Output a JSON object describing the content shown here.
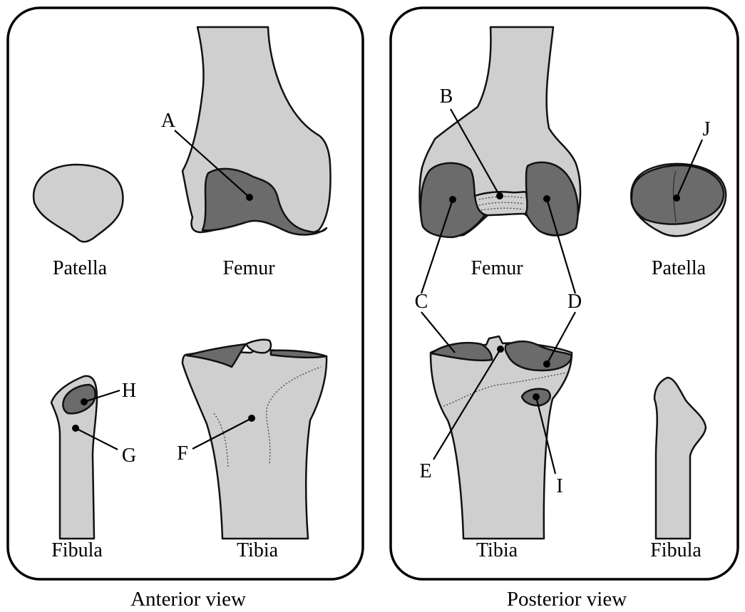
{
  "panels": [
    {
      "caption": "Anterior view",
      "bone_names": {
        "patella": "Patella",
        "femur": "Femur",
        "fibula": "Fibula",
        "tibia": "Tibia"
      }
    },
    {
      "caption": "Posterior view",
      "bone_names": {
        "femur": "Femur",
        "patella": "Patella",
        "tibia": "Tibia",
        "fibula": "Fibula"
      }
    }
  ],
  "markers": {
    "A": "A",
    "B": "B",
    "C": "C",
    "D": "D",
    "E": "E",
    "F": "F",
    "G": "G",
    "H": "H",
    "I": "I",
    "J": "J"
  },
  "colors": {
    "bone": "#cfcfcf",
    "articular": "#6b6b6b",
    "outline": "#111111"
  }
}
